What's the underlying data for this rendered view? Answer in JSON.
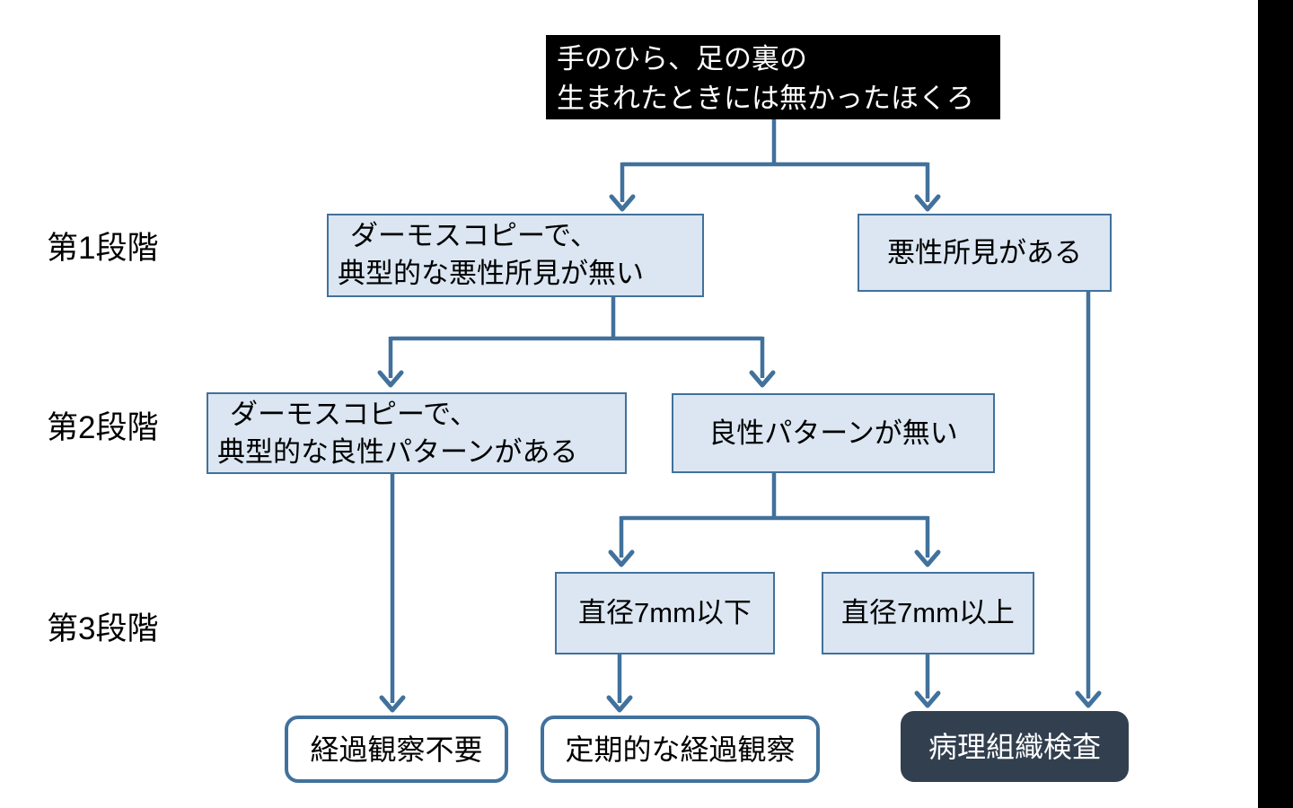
{
  "diagram": {
    "title_root": {
      "line1": "手のひら、足の裏の",
      "line2": "生まれたときには無かったほくろ"
    },
    "stages": [
      {
        "label": "第1段階"
      },
      {
        "label": "第2段階"
      },
      {
        "label": "第3段階"
      }
    ],
    "nodes": {
      "s1_left": {
        "line1": "ダーモスコピーで、",
        "line2": "典型的な悪性所見が無い"
      },
      "s1_right": {
        "text": "悪性所見がある"
      },
      "s2_left": {
        "line1": "ダーモスコピーで、",
        "line2": "典型的な良性パターンがある"
      },
      "s2_right": {
        "text": "良性パターンが無い"
      },
      "s3_left": {
        "text": "直径7mm以下"
      },
      "s3_right": {
        "text": "直径7mm以上"
      }
    },
    "outcomes": {
      "no_followup": {
        "text": "経過観察不要"
      },
      "periodic_followup": {
        "text": "定期的な経過観察"
      },
      "biopsy": {
        "text": "病理組織検査"
      }
    },
    "colors": {
      "accent_line": "#41719c",
      "decision_fill": "#dbe6f2",
      "root_fill": "#000000",
      "root_text": "#ffffff",
      "dark_outcome_fill": "#323f4f",
      "dark_outcome_text": "#ffffff"
    }
  }
}
